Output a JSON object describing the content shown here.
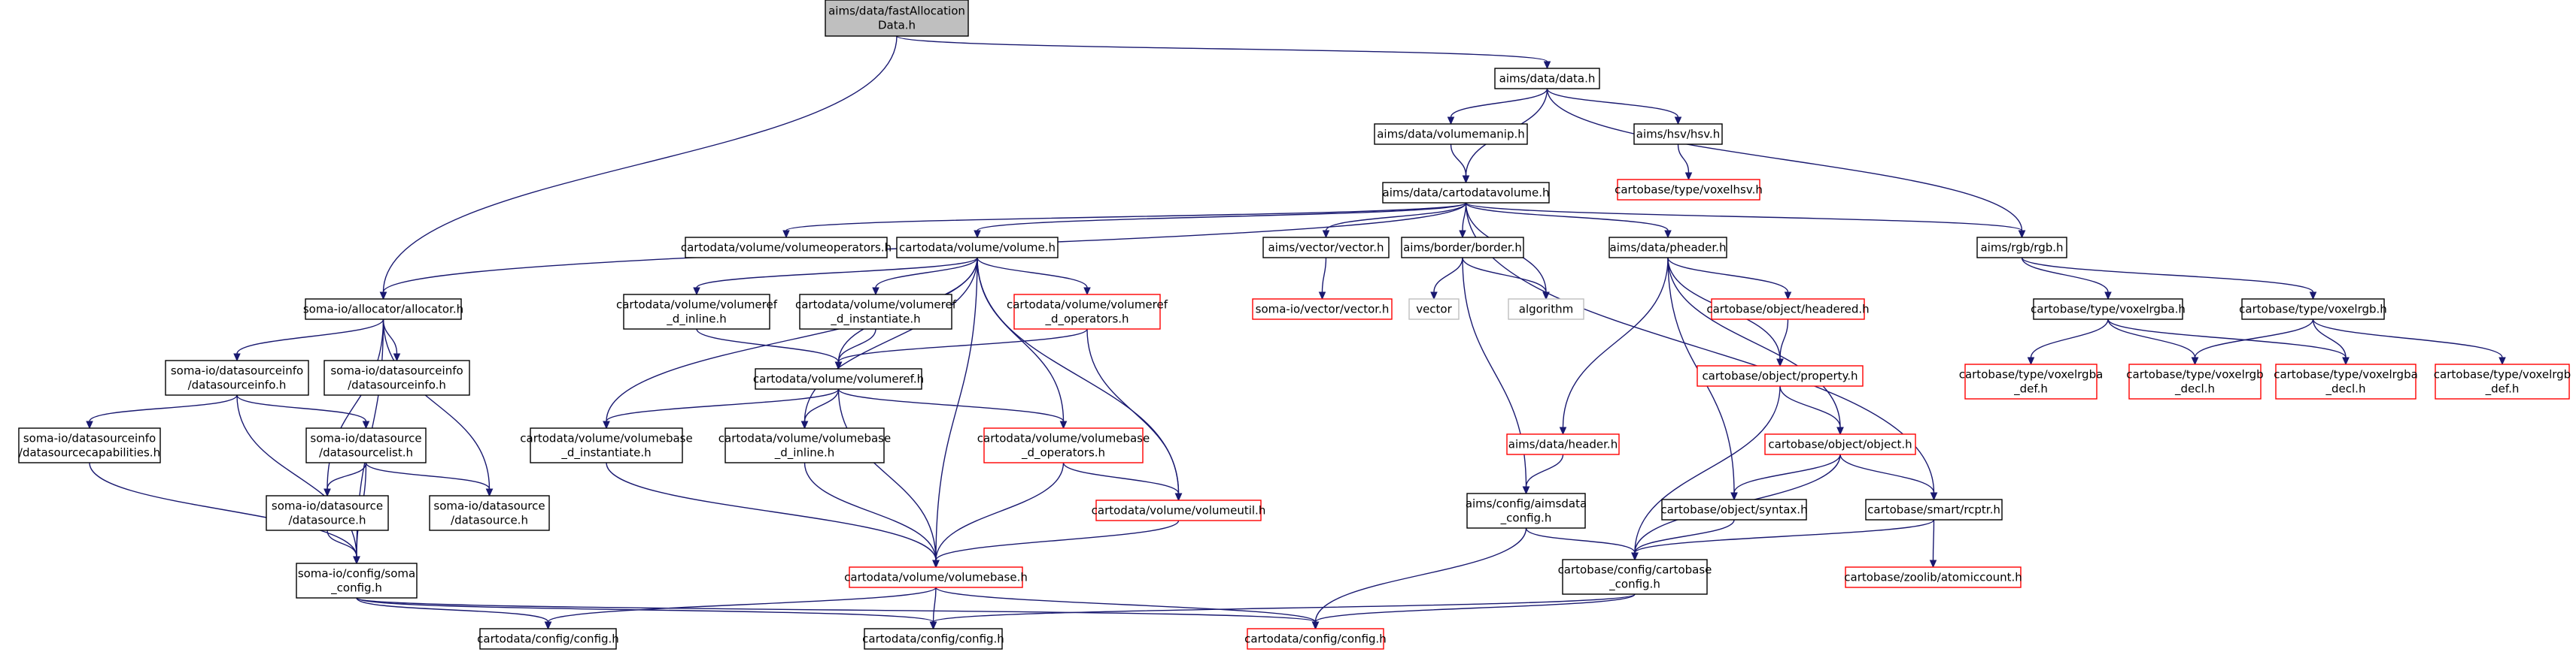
{
  "graph_title": "",
  "colors": {
    "edge": "#191970",
    "root_fill": "#bfbfbf",
    "missing_stroke": "#ff0000",
    "gray_stroke": "#bfbfbf",
    "text": "#000000"
  },
  "nodes": [
    {
      "id": "root",
      "lines": [
        "aims/data/fastAllocation",
        "Data.h"
      ],
      "kind": "root"
    },
    {
      "id": "data",
      "lines": [
        "aims/data/data.h"
      ],
      "kind": "normal"
    },
    {
      "id": "volumemanip",
      "lines": [
        "aims/data/volumemanip.h"
      ],
      "kind": "normal"
    },
    {
      "id": "hsv",
      "lines": [
        "aims/hsv/hsv.h"
      ],
      "kind": "normal"
    },
    {
      "id": "voxelhsv",
      "lines": [
        "cartobase/type/voxelhsv.h"
      ],
      "kind": "missing"
    },
    {
      "id": "cartodatavolume",
      "lines": [
        "aims/data/cartodatavolume.h"
      ],
      "kind": "normal"
    },
    {
      "id": "allocator",
      "lines": [
        "soma-io/allocator/allocator.h"
      ],
      "kind": "normal"
    },
    {
      "id": "volumeoperators",
      "lines": [
        "cartodata/volume/volumeoperators.h"
      ],
      "kind": "normal"
    },
    {
      "id": "volume",
      "lines": [
        "cartodata/volume/volume.h"
      ],
      "kind": "normal"
    },
    {
      "id": "vector_h",
      "lines": [
        "aims/vector/vector.h"
      ],
      "kind": "normal"
    },
    {
      "id": "border",
      "lines": [
        "aims/border/border.h"
      ],
      "kind": "normal"
    },
    {
      "id": "pheader",
      "lines": [
        "aims/data/pheader.h"
      ],
      "kind": "normal"
    },
    {
      "id": "rgb",
      "lines": [
        "aims/rgb/rgb.h"
      ],
      "kind": "normal"
    },
    {
      "id": "somavector",
      "lines": [
        "soma-io/vector/vector.h"
      ],
      "kind": "missing"
    },
    {
      "id": "vector",
      "lines": [
        "vector"
      ],
      "kind": "gray"
    },
    {
      "id": "algorithm",
      "lines": [
        "algorithm"
      ],
      "kind": "gray"
    },
    {
      "id": "headered",
      "lines": [
        "cartobase/object/headered.h"
      ],
      "kind": "missing"
    },
    {
      "id": "property",
      "lines": [
        "cartobase/object/property.h"
      ],
      "kind": "missing"
    },
    {
      "id": "object",
      "lines": [
        "cartobase/object/object.h"
      ],
      "kind": "missing"
    },
    {
      "id": "header",
      "lines": [
        "aims/data/header.h"
      ],
      "kind": "missing"
    },
    {
      "id": "aimsdata_config",
      "lines": [
        "aims/config/aimsdata",
        "_config.h"
      ],
      "kind": "normal"
    },
    {
      "id": "syntax",
      "lines": [
        "cartobase/object/syntax.h"
      ],
      "kind": "normal"
    },
    {
      "id": "rcptr",
      "lines": [
        "cartobase/smart/rcptr.h"
      ],
      "kind": "normal"
    },
    {
      "id": "cartobase_config",
      "lines": [
        "cartobase/config/cartobase",
        "_config.h"
      ],
      "kind": "normal"
    },
    {
      "id": "atomiccount",
      "lines": [
        "cartobase/zoolib/atomiccount.h"
      ],
      "kind": "missing"
    },
    {
      "id": "voxelrgba",
      "lines": [
        "cartobase/type/voxelrgba.h"
      ],
      "kind": "normal"
    },
    {
      "id": "voxelrgb",
      "lines": [
        "cartobase/type/voxelrgb.h"
      ],
      "kind": "normal"
    },
    {
      "id": "voxelrgba_def",
      "lines": [
        "cartobase/type/voxelrgba",
        "_def.h"
      ],
      "kind": "missing"
    },
    {
      "id": "voxelrgb_decl",
      "lines": [
        "cartobase/type/voxelrgb",
        "_decl.h"
      ],
      "kind": "missing"
    },
    {
      "id": "voxelrgba_decl",
      "lines": [
        "cartobase/type/voxelrgba",
        "_decl.h"
      ],
      "kind": "missing"
    },
    {
      "id": "voxelrgb_def",
      "lines": [
        "cartobase/type/voxelrgb",
        "_def.h"
      ],
      "kind": "missing"
    },
    {
      "id": "dsinfo",
      "lines": [
        "soma-io/datasourceinfo",
        "/datasourceinfo.h"
      ],
      "kind": "normal"
    },
    {
      "id": "dsinfo_h",
      "lines": [
        "soma-io/datasourceinfo",
        "/datasourceinfo.h"
      ],
      "kind": "normal"
    },
    {
      "id": "dscaps",
      "lines": [
        "soma-io/datasourceinfo",
        "/datasourcecapabilities.h"
      ],
      "kind": "normal"
    },
    {
      "id": "dslist",
      "lines": [
        "soma-io/datasource",
        "/datasourcelist.h"
      ],
      "kind": "normal"
    },
    {
      "id": "ds_left",
      "lines": [
        "soma-io/datasource",
        "/datasource.h"
      ],
      "kind": "normal"
    },
    {
      "id": "ds_right",
      "lines": [
        "soma-io/datasource",
        "/datasource.h"
      ],
      "kind": "normal"
    },
    {
      "id": "soma_config",
      "lines": [
        "soma-io/config/soma",
        "_config.h"
      ],
      "kind": "normal"
    },
    {
      "id": "cartodata_config_left",
      "lines": [
        "cartodata/config/config.h"
      ],
      "kind": "normal"
    },
    {
      "id": "cartodata_config_mid",
      "lines": [
        "cartodata/config/config.h"
      ],
      "kind": "normal"
    },
    {
      "id": "cartodata_config_red",
      "lines": [
        "cartodata/config/config.h"
      ],
      "kind": "missing"
    },
    {
      "id": "volumeref_inline",
      "lines": [
        "cartodata/volume/volumeref",
        "_d_inline.h"
      ],
      "kind": "normal"
    },
    {
      "id": "volumeref_inst",
      "lines": [
        "cartodata/volume/volumeref",
        "_d_instantiate.h"
      ],
      "kind": "normal"
    },
    {
      "id": "volumeref_ops",
      "lines": [
        "cartodata/volume/volumeref",
        "_d_operators.h"
      ],
      "kind": "missing"
    },
    {
      "id": "volumeref",
      "lines": [
        "cartodata/volume/volumeref.h"
      ],
      "kind": "normal"
    },
    {
      "id": "vb_inst",
      "lines": [
        "cartodata/volume/volumebase",
        "_d_instantiate.h"
      ],
      "kind": "normal"
    },
    {
      "id": "vb_inline",
      "lines": [
        "cartodata/volume/volumebase",
        "_d_inline.h"
      ],
      "kind": "normal"
    },
    {
      "id": "vb_ops",
      "lines": [
        "cartodata/volume/volumebase",
        "_d_operators.h"
      ],
      "kind": "missing"
    },
    {
      "id": "volumeutil",
      "lines": [
        "cartodata/volume/volumeutil.h"
      ],
      "kind": "missing"
    },
    {
      "id": "volumebase",
      "lines": [
        "cartodata/volume/volumebase.h"
      ],
      "kind": "missing"
    }
  ],
  "edges": [
    [
      "root",
      "data"
    ],
    [
      "root",
      "allocator"
    ],
    [
      "data",
      "volumemanip"
    ],
    [
      "data",
      "hsv"
    ],
    [
      "data",
      "cartodatavolume"
    ],
    [
      "data",
      "rgb"
    ],
    [
      "hsv",
      "voxelhsv"
    ],
    [
      "volumemanip",
      "cartodatavolume"
    ],
    [
      "cartodatavolume",
      "allocator"
    ],
    [
      "cartodatavolume",
      "volumeoperators"
    ],
    [
      "cartodatavolume",
      "volume"
    ],
    [
      "cartodatavolume",
      "vector_h"
    ],
    [
      "cartodatavolume",
      "border"
    ],
    [
      "cartodatavolume",
      "pheader"
    ],
    [
      "cartodatavolume",
      "rgb"
    ],
    [
      "cartodatavolume",
      "algorithm"
    ],
    [
      "cartodatavolume",
      "rcptr"
    ],
    [
      "vector_h",
      "somavector"
    ],
    [
      "border",
      "vector"
    ],
    [
      "border",
      "algorithm"
    ],
    [
      "border",
      "aimsdata_config"
    ],
    [
      "pheader",
      "headered"
    ],
    [
      "pheader",
      "property"
    ],
    [
      "pheader",
      "object"
    ],
    [
      "pheader",
      "header"
    ],
    [
      "pheader",
      "syntax"
    ],
    [
      "headered",
      "property"
    ],
    [
      "property",
      "object"
    ],
    [
      "property",
      "cartobase_config"
    ],
    [
      "object",
      "syntax"
    ],
    [
      "object",
      "rcptr"
    ],
    [
      "object",
      "cartobase_config"
    ],
    [
      "header",
      "aimsdata_config"
    ],
    [
      "aimsdata_config",
      "cartobase_config"
    ],
    [
      "aimsdata_config",
      "cartodata_config_red"
    ],
    [
      "syntax",
      "cartobase_config"
    ],
    [
      "rcptr",
      "cartobase_config"
    ],
    [
      "rcptr",
      "atomiccount"
    ],
    [
      "cartobase_config",
      "cartodata_config_mid"
    ],
    [
      "cartobase_config",
      "cartodata_config_red"
    ],
    [
      "rgb",
      "voxelrgba"
    ],
    [
      "rgb",
      "voxelrgb"
    ],
    [
      "voxelrgba",
      "voxelrgba_def"
    ],
    [
      "voxelrgba",
      "voxelrgb_decl"
    ],
    [
      "voxelrgba",
      "voxelrgba_decl"
    ],
    [
      "voxelrgb",
      "voxelrgb_decl"
    ],
    [
      "voxelrgb",
      "voxelrgba_decl"
    ],
    [
      "voxelrgb",
      "voxelrgb_def"
    ],
    [
      "allocator",
      "dsinfo"
    ],
    [
      "allocator",
      "dsinfo_h"
    ],
    [
      "allocator",
      "ds_left"
    ],
    [
      "allocator",
      "ds_right"
    ],
    [
      "allocator",
      "soma_config"
    ],
    [
      "dsinfo",
      "dscaps"
    ],
    [
      "dsinfo",
      "dslist"
    ],
    [
      "dsinfo",
      "soma_config"
    ],
    [
      "dslist",
      "ds_left"
    ],
    [
      "dslist",
      "ds_right"
    ],
    [
      "dslist",
      "soma_config"
    ],
    [
      "dscaps",
      "soma_config"
    ],
    [
      "ds_left",
      "soma_config"
    ],
    [
      "soma_config",
      "cartodata_config_left"
    ],
    [
      "soma_config",
      "cartodata_config_mid"
    ],
    [
      "soma_config",
      "cartodata_config_red"
    ],
    [
      "volume",
      "volumeref_inline"
    ],
    [
      "volume",
      "volumeref_inst"
    ],
    [
      "volume",
      "volumeref_ops"
    ],
    [
      "volume",
      "volumeref"
    ],
    [
      "volume",
      "vb_inst"
    ],
    [
      "volume",
      "vb_inline"
    ],
    [
      "volume",
      "vb_ops"
    ],
    [
      "volume",
      "volumeutil"
    ],
    [
      "volume",
      "volumebase"
    ],
    [
      "volumeref_inline",
      "volumeref"
    ],
    [
      "volumeref_inst",
      "volumeref"
    ],
    [
      "volumeref_ops",
      "volumeref"
    ],
    [
      "volumeref_ops",
      "volumeutil"
    ],
    [
      "volumeref",
      "vb_inst"
    ],
    [
      "volumeref",
      "vb_inline"
    ],
    [
      "volumeref",
      "vb_ops"
    ],
    [
      "volumeref",
      "volumebase"
    ],
    [
      "vb_inst",
      "volumebase"
    ],
    [
      "vb_inline",
      "volumebase"
    ],
    [
      "vb_ops",
      "volumebase"
    ],
    [
      "vb_ops",
      "volumeutil"
    ],
    [
      "volumeutil",
      "volumebase"
    ],
    [
      "volumebase",
      "cartodata_config_left"
    ],
    [
      "volumebase",
      "cartodata_config_mid"
    ],
    [
      "volumebase",
      "cartodata_config_red"
    ]
  ]
}
